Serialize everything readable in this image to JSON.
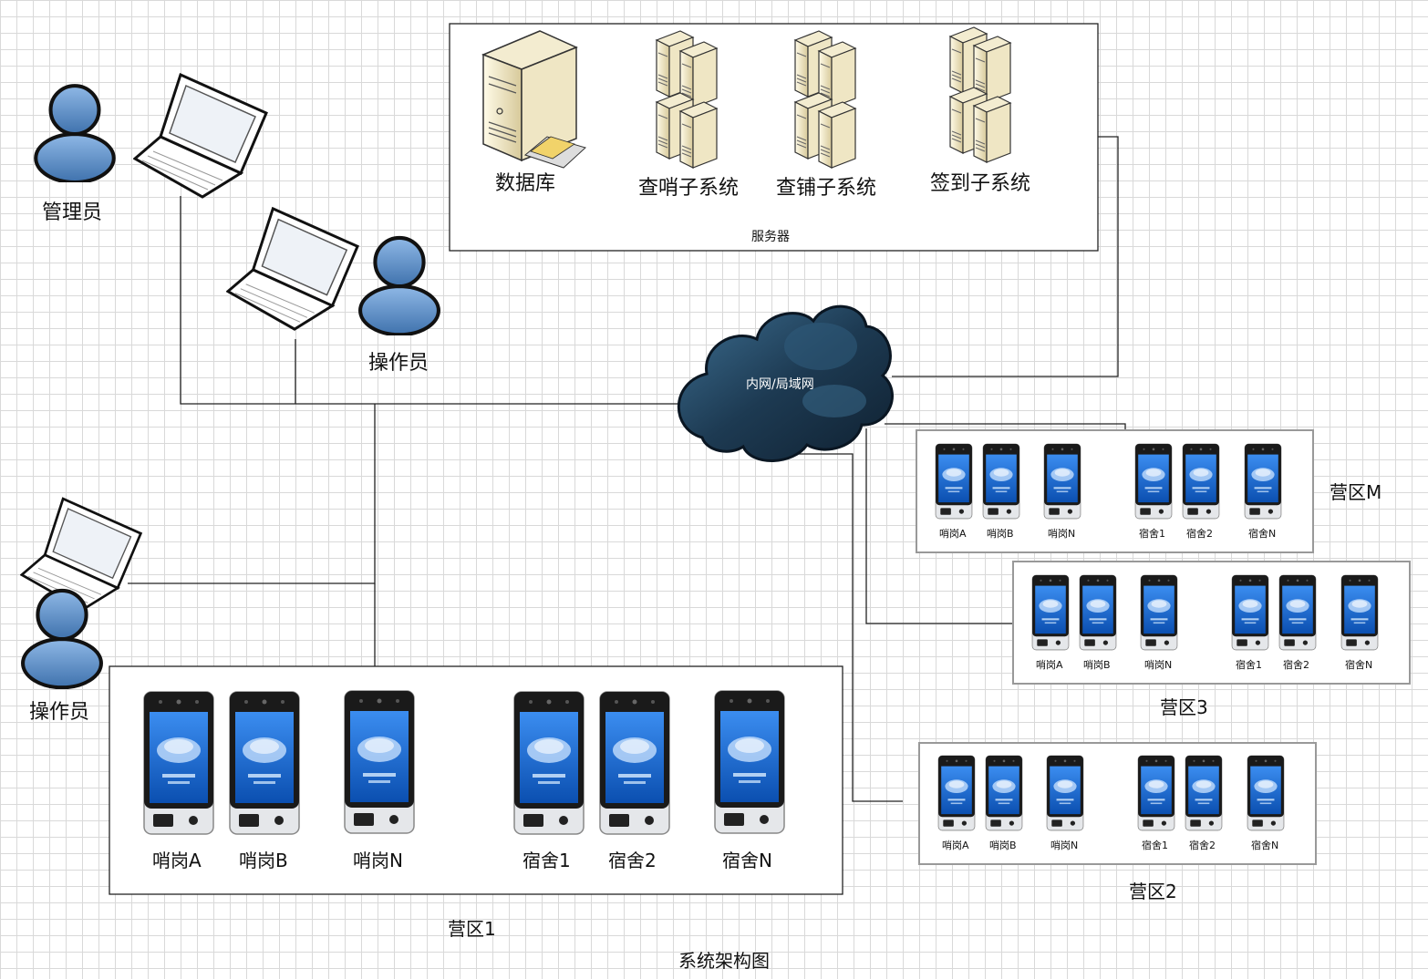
{
  "title": "系统架构图",
  "network_label": "内网/局域网",
  "server_group": {
    "caption": "服务器",
    "items": [
      {
        "label": "数据库",
        "icon": "database-server-icon"
      },
      {
        "label": "查哨子系统",
        "icon": "server-cluster-icon"
      },
      {
        "label": "查铺子系统",
        "icon": "server-cluster-icon"
      },
      {
        "label": "签到子系统",
        "icon": "server-cluster-icon"
      }
    ]
  },
  "users": {
    "admin": "管理员",
    "operator_1": "操作员",
    "operator_2": "操作员"
  },
  "zones": [
    {
      "name": "营区1",
      "devices": [
        "哨岗A",
        "哨岗B",
        "哨岗N",
        "宿舍1",
        "宿舍2",
        "宿舍N"
      ]
    },
    {
      "name": "营区M",
      "devices": [
        "哨岗A",
        "哨岗B",
        "哨岗N",
        "宿舍1",
        "宿舍2",
        "宿舍N"
      ]
    },
    {
      "name": "营区3",
      "devices": [
        "哨岗A",
        "哨岗B",
        "哨岗N",
        "宿舍1",
        "宿舍2",
        "宿舍N"
      ]
    },
    {
      "name": "营区2",
      "devices": [
        "哨岗A",
        "哨岗B",
        "哨岗N",
        "宿舍1",
        "宿舍2",
        "宿舍N"
      ]
    }
  ],
  "colors": {
    "line": "#222222",
    "person": "#5b8fc7",
    "cloud": "#1e3448",
    "device_screen": "#1f6fd6"
  }
}
